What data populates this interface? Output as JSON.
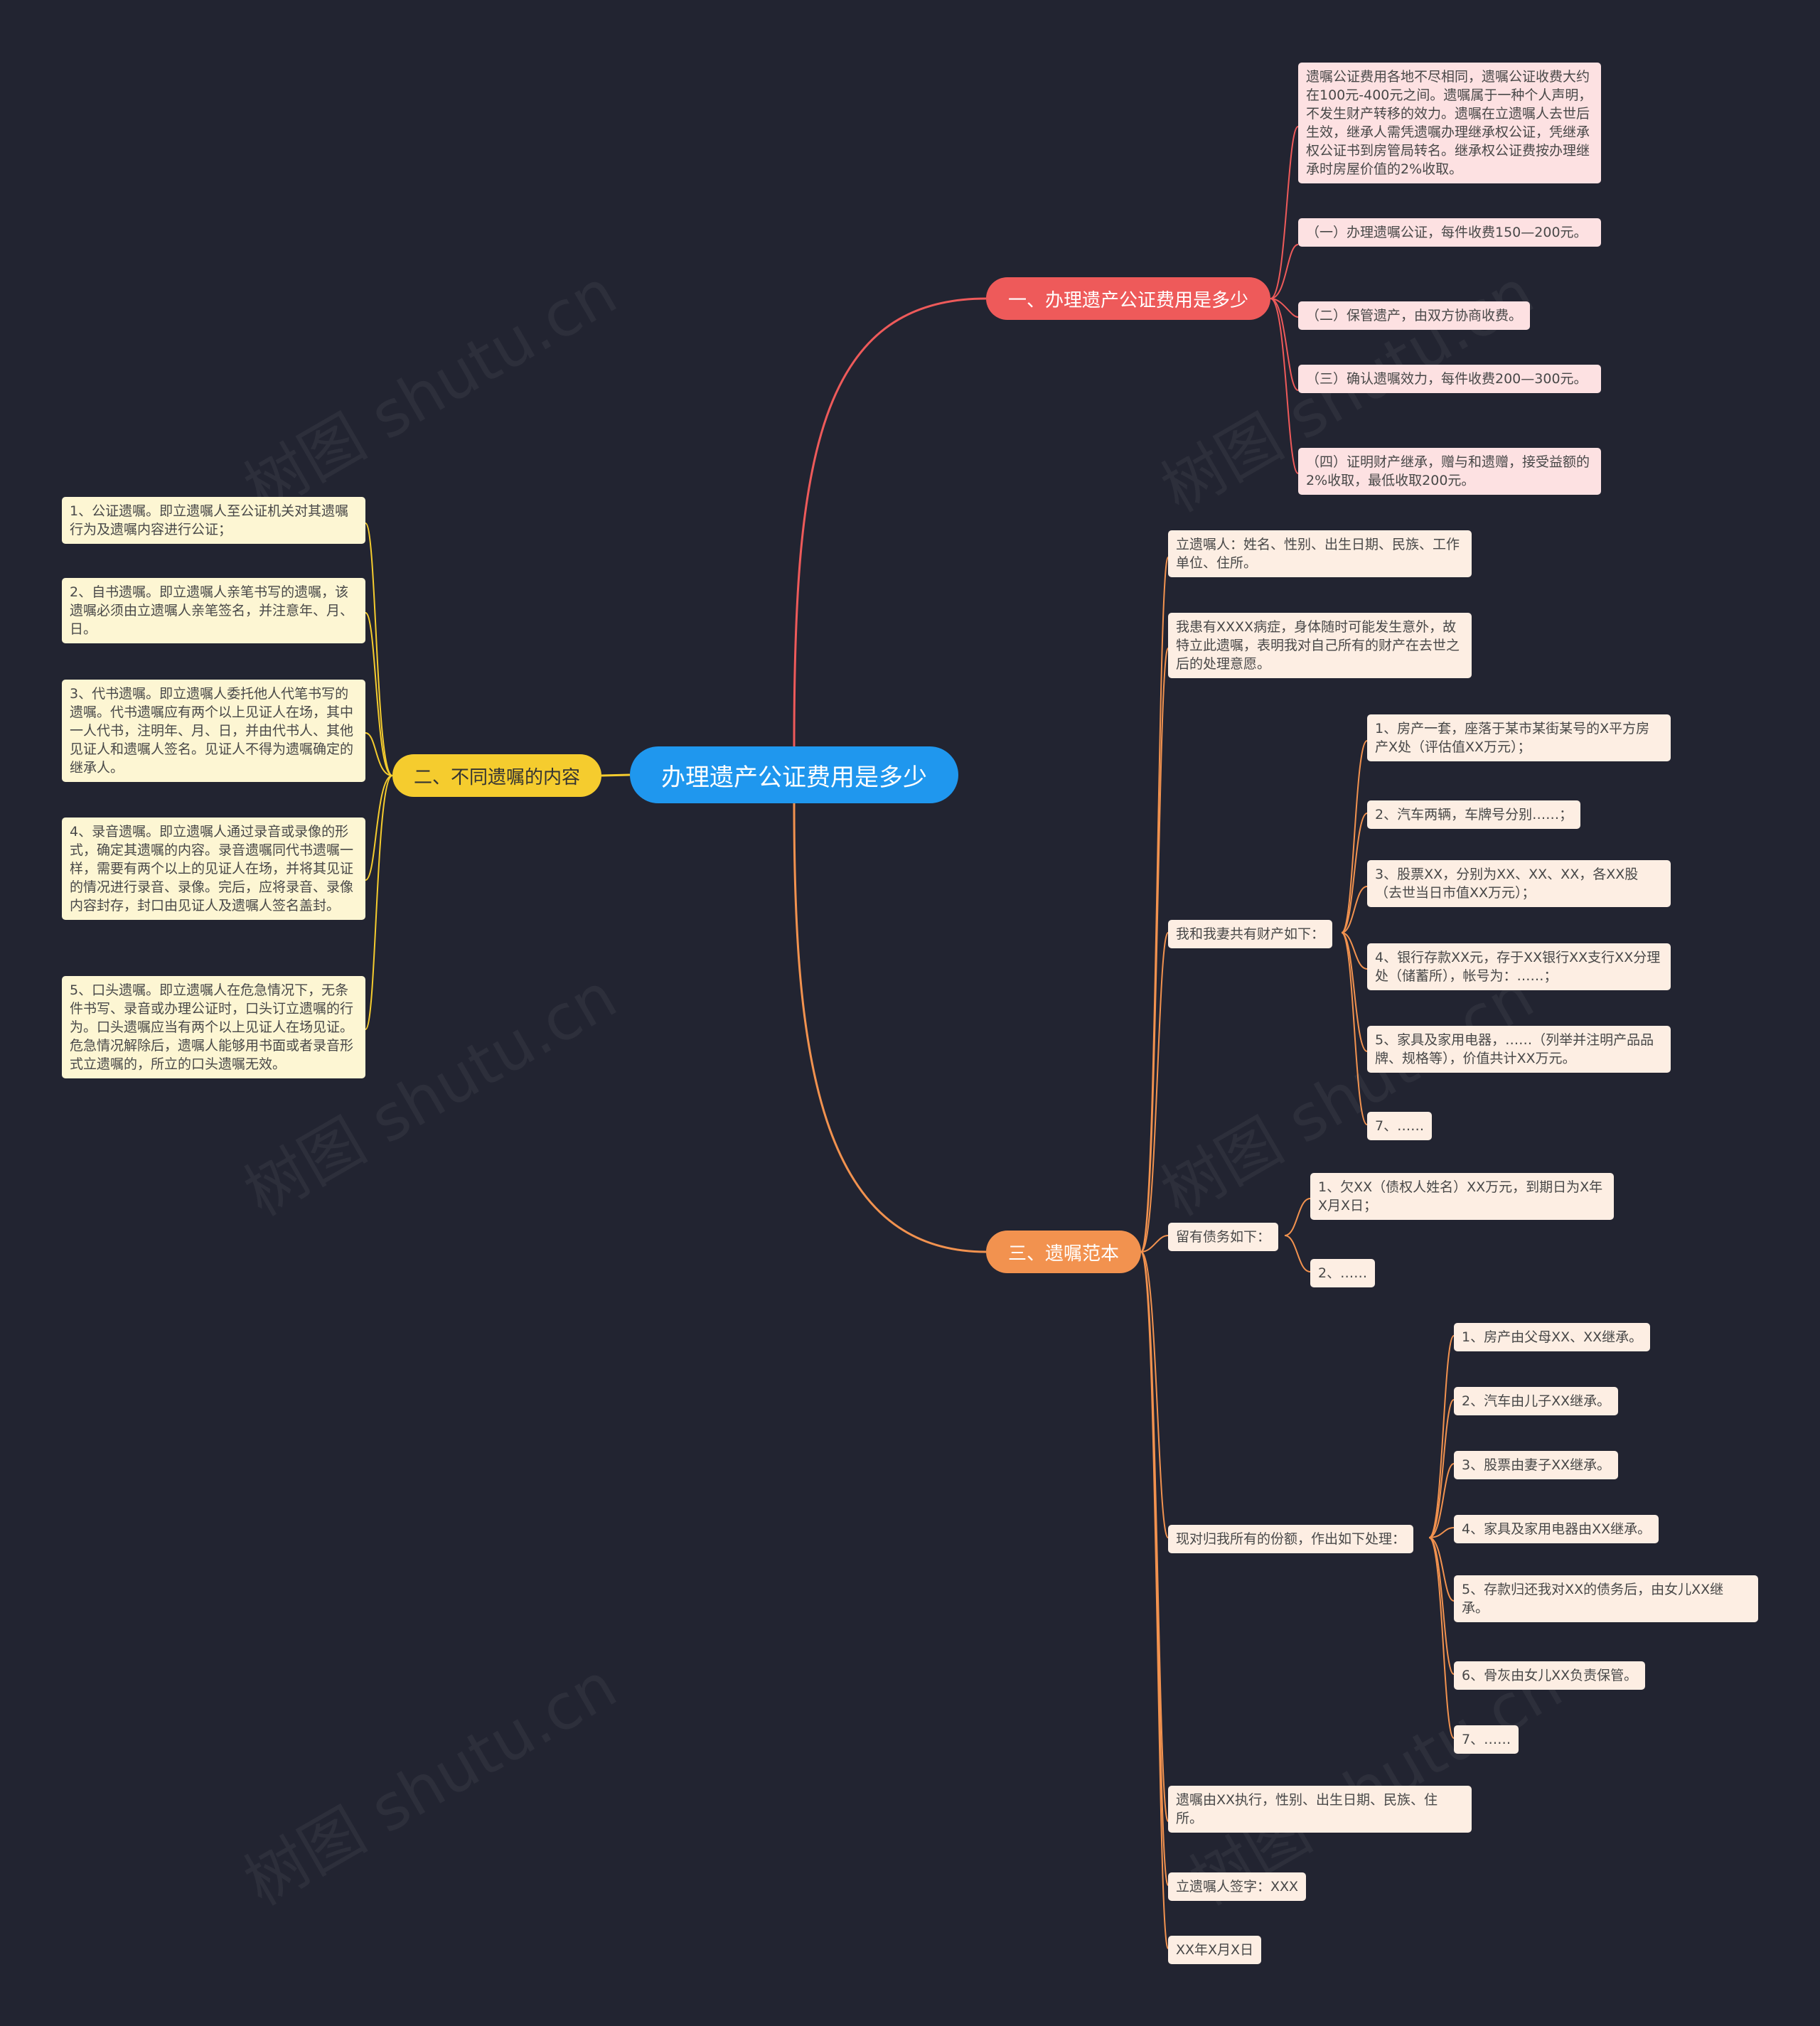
{
  "root": {
    "label": "办理遗产公证费用是多少"
  },
  "branch1": {
    "label": "一、办理遗产公证费用是多少",
    "color": "#ee5a5a",
    "items": [
      "遗嘱公证费用各地不尽相同，遗嘱公证收费大约在100元-400元之间。遗嘱属于一种个人声明，不发生财产转移的效力。遗嘱在立遗嘱人去世后生效，继承人需凭遗嘱办理继承权公证，凭继承权公证书到房管局转名。继承权公证费按办理继承时房屋价值的2%收取。",
      "（一）办理遗嘱公证，每件收费150—200元。",
      "（二）保管遗产，由双方协商收费。",
      "（三）确认遗嘱效力，每件收费200—300元。",
      "（四）证明财产继承，赠与和遗赠，接受益额的2%收取，最低收取200元。"
    ]
  },
  "branch2": {
    "label": "二、不同遗嘱的内容",
    "color": "#f5cc2e",
    "items": [
      "1、公证遗嘱。即立遗嘱人至公证机关对其遗嘱行为及遗嘱内容进行公证；",
      "2、自书遗嘱。即立遗嘱人亲笔书写的遗嘱，该遗嘱必须由立遗嘱人亲笔签名，并注意年、月、日。",
      "3、代书遗嘱。即立遗嘱人委托他人代笔书写的遗嘱。代书遗嘱应有两个以上见证人在场，其中一人代书，注明年、月、日，并由代书人、其他见证人和遗嘱人签名。见证人不得为遗嘱确定的继承人。",
      "4、录音遗嘱。即立遗嘱人通过录音或录像的形式，确定其遗嘱的内容。录音遗嘱同代书遗嘱一样，需要有两个以上的见证人在场，并将其见证的情况进行录音、录像。完后，应将录音、录像内容封存，封口由见证人及遗嘱人签名盖封。",
      "5、口头遗嘱。即立遗嘱人在危急情况下，无条件书写、录音或办理公证时，口头订立遗嘱的行为。口头遗嘱应当有两个以上见证人在场见证。危急情况解除后，遗嘱人能够用书面或者录音形式立遗嘱的，所立的口头遗嘱无效。"
    ]
  },
  "branch3": {
    "label": "三、遗嘱范本",
    "color": "#f2924f",
    "testator": "立遗嘱人：姓名、性别、出生日期、民族、工作单位、住所。",
    "illness": "我患有XXXX病症，身体随时可能发生意外，故特立此遗嘱，表明我对自己所有的财产在去世之后的处理意愿。",
    "property": {
      "label": "我和我妻共有财产如下：",
      "items": [
        "1、房产一套，座落于某市某街某号的X平方房产X处（评估值XX万元）；",
        "2、汽车两辆，车牌号分别……；",
        "3、股票XX，分别为XX、XX、XX，各XX股（去世当日市值XX万元）；",
        "4、银行存款XX元，存于XX银行XX支行XX分理处（储蓄所），帐号为：……；",
        "5、家具及家用电器，……（列举并注明产品品牌、规格等），价值共计XX万元。",
        "7、……"
      ]
    },
    "debts": {
      "label": "留有债务如下：",
      "items": [
        "1、欠XX（债权人姓名）XX万元，到期日为X年X月X日；",
        "2、……"
      ]
    },
    "disposal": {
      "label": "现对归我所有的份额，作出如下处理：",
      "items": [
        "1、房产由父母XX、XX继承。",
        "2、汽车由儿子XX继承。",
        "3、股票由妻子XX继承。",
        "4、家具及家用电器由XX继承。",
        "5、存款归还我对XX的债务后，由女儿XX继承。",
        "6、骨灰由女儿XX负责保管。",
        "7、……"
      ]
    },
    "executor": "遗嘱由XX执行，性别、出生日期、民族、住所。",
    "signature": "立遗嘱人签字：XXX",
    "date": "XX年X月X日"
  },
  "watermark": "树图 shutu.cn"
}
